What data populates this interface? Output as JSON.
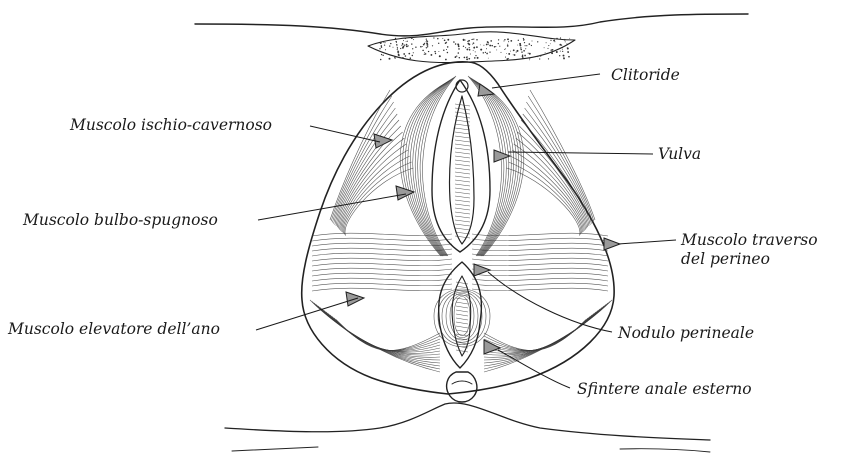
{
  "figure": {
    "labels": [
      {
        "id": "clitoride",
        "text": "Clitoride"
      },
      {
        "id": "ischio",
        "text": "Muscolo ischio-cavernoso"
      },
      {
        "id": "vulva",
        "text": "Vulva"
      },
      {
        "id": "bulbo",
        "text": "Muscolo bulbo-spugnoso"
      },
      {
        "id": "traverso1",
        "text": "Muscolo traverso"
      },
      {
        "id": "traverso2",
        "text": "del perineo"
      },
      {
        "id": "elevatore",
        "text": "Muscolo elevatore dell’ano"
      },
      {
        "id": "nodulo",
        "text": "Nodulo perineale"
      },
      {
        "id": "sfintere",
        "text": "Sfintere anale esterno"
      }
    ]
  }
}
